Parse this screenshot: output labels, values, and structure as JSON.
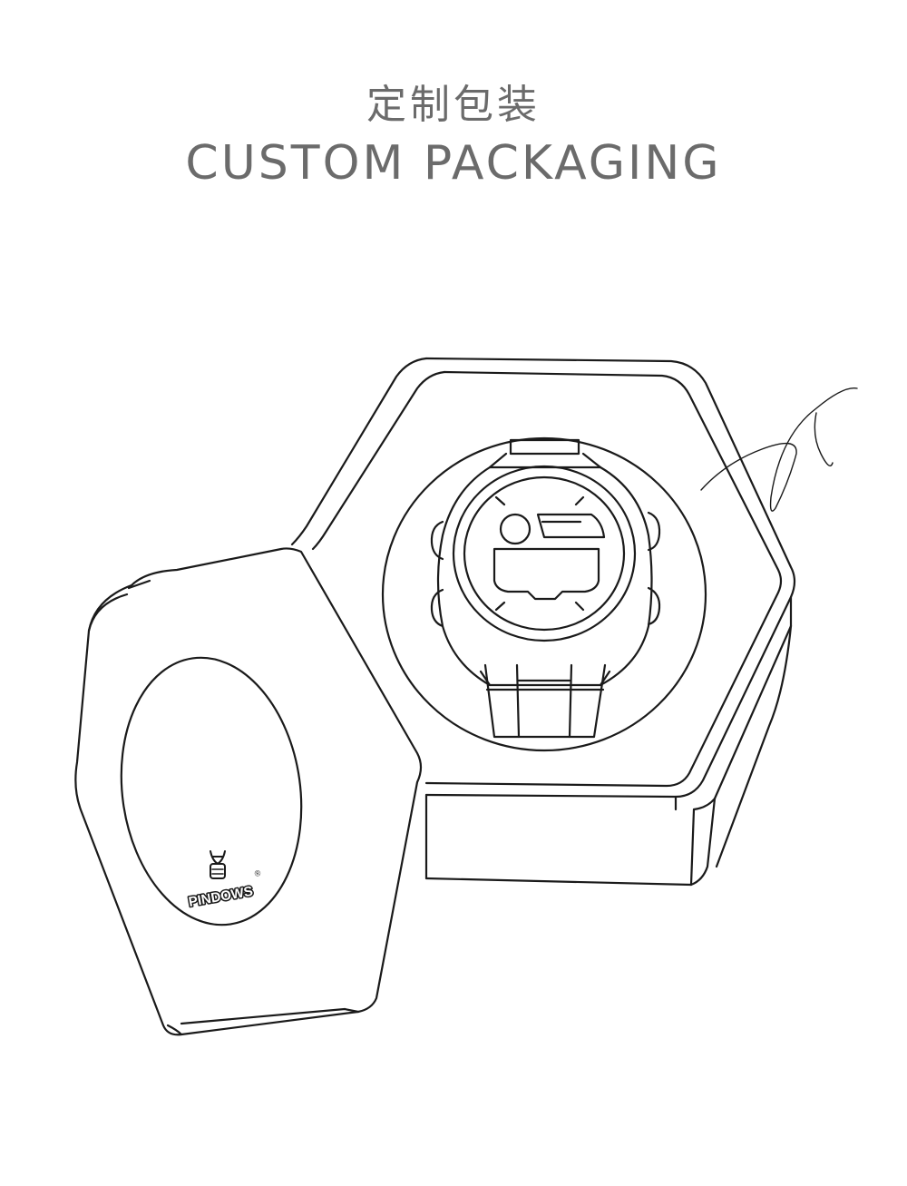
{
  "header": {
    "title_cn": "定制包装",
    "title_en": "CUSTOM PACKAGING"
  },
  "illustration": {
    "brand_logo_text": "PINDOWS",
    "brand_mark": "®",
    "stroke_color": "#1a1a1a",
    "text_color": "#6b6b6b"
  }
}
